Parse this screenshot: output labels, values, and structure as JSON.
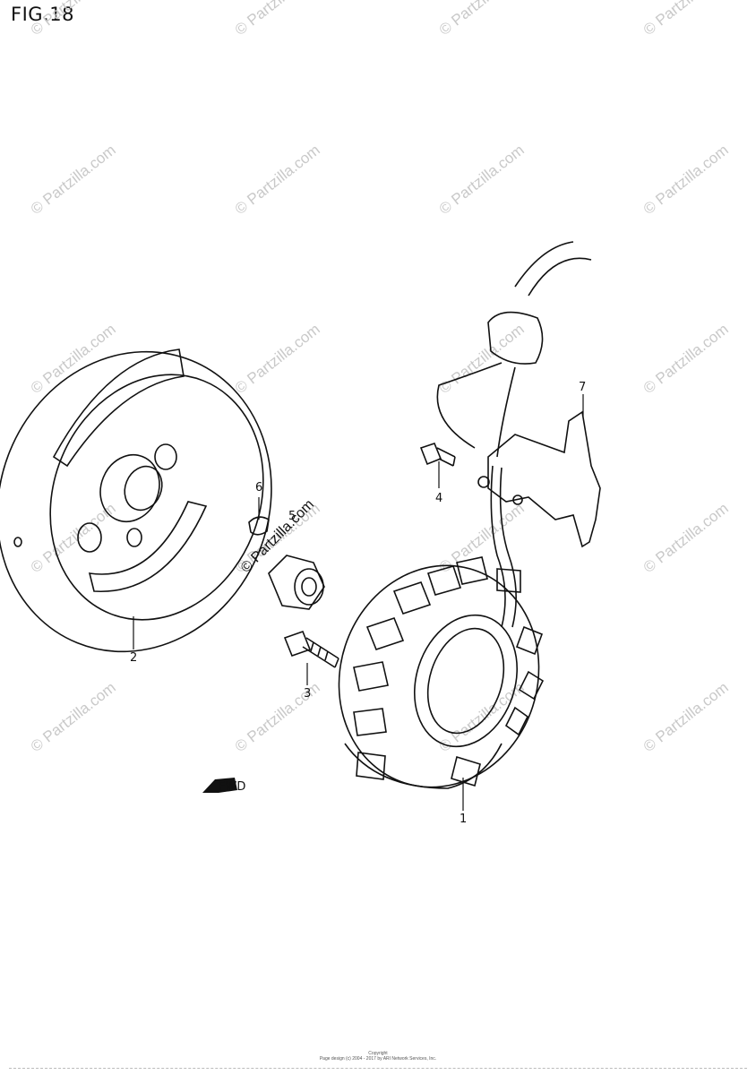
{
  "figure": {
    "title": "FIG.18"
  },
  "parts": [
    {
      "id": "stator",
      "label": "1"
    },
    {
      "id": "rotor",
      "label": "2"
    },
    {
      "id": "bolt",
      "label": "3"
    },
    {
      "id": "screw",
      "label": "4"
    },
    {
      "id": "nut",
      "label": "5"
    },
    {
      "id": "key",
      "label": "6"
    },
    {
      "id": "clamp",
      "label": "7"
    }
  ],
  "forward_arrow": {
    "text": "FWD"
  },
  "watermark": {
    "text": "© Partzilla.com"
  },
  "footer": {
    "line1": "Copyright",
    "line2": "Page design (c) 2004 - 2017 by ARI Network Services, Inc."
  },
  "colors": {
    "line": "#111111",
    "watermark": "#c9c9c9",
    "background": "#ffffff"
  }
}
